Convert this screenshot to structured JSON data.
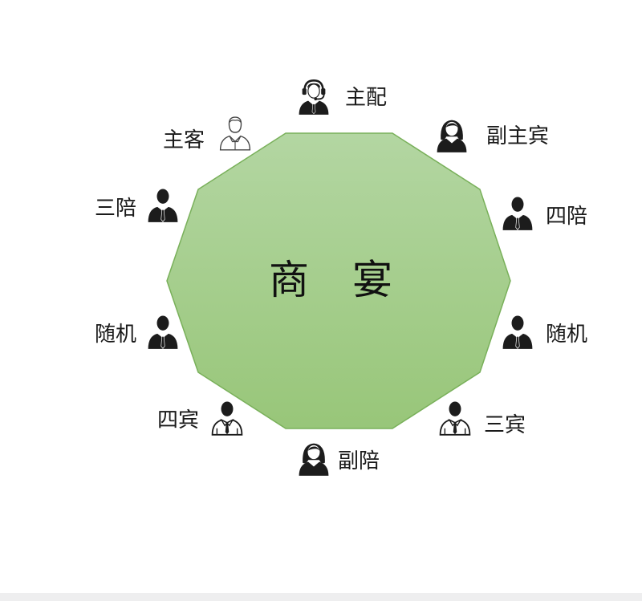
{
  "table": {
    "title": "商　宴",
    "fill_top": "#b3d6a2",
    "fill_bottom": "#98c679",
    "stroke": "#79b05a"
  },
  "seats": [
    {
      "id": "host",
      "label": "主配",
      "icon": "headset-man-icon"
    },
    {
      "id": "guest-of-honor",
      "label": "副主宾",
      "icon": "woman-icon"
    },
    {
      "id": "right-4",
      "label": "四陪",
      "icon": "man-icon"
    },
    {
      "id": "right-driver",
      "label": "随机",
      "icon": "man-icon"
    },
    {
      "id": "right-3",
      "label": "三宾",
      "icon": "man-outline-icon"
    },
    {
      "id": "bottom",
      "label": "副陪",
      "icon": "woman-icon"
    },
    {
      "id": "left-4",
      "label": "四宾",
      "icon": "man-outline-icon"
    },
    {
      "id": "left-driver",
      "label": "随机",
      "icon": "man-icon"
    },
    {
      "id": "left-3",
      "label": "三陪",
      "icon": "man-icon"
    },
    {
      "id": "main-guest",
      "label": "主客",
      "icon": "man-outline-thin-icon"
    }
  ]
}
